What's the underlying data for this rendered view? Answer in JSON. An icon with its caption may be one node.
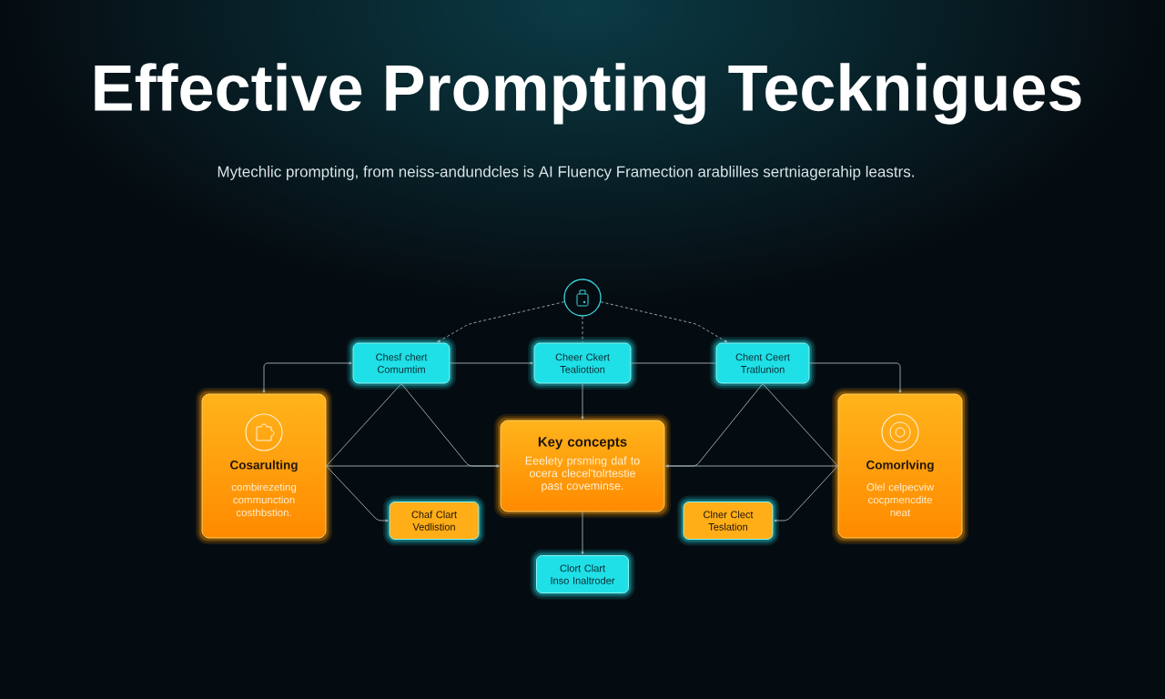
{
  "diagram": {
    "title": "Effective Prompting Tecknigues",
    "nodes": [
      {
        "text": [],
        "shape": "circle"
      },
      {
        "text": [
          "Chesf chert Comumtim"
        ]
      },
      {
        "text": [
          "Cheer Ckert Tealiottion"
        ]
      },
      {
        "text": [
          "Chent Ceert Tratlunion"
        ]
      },
      {
        "text": [
          "Cosarulting",
          "combirezeting communction costhbstion."
        ]
      },
      {
        "text": [
          "Key concepts",
          "Eeelety prsming daf to ocera clecel'tolrtestie past coveminse."
        ]
      },
      {
        "text": [
          "Comorlving",
          "Olel celpecviw cocpmencdite neat"
        ]
      },
      {
        "text": [
          "Chaf Clart Vedlistion"
        ]
      },
      {
        "text": [
          "Clner Clect Teslation"
        ]
      },
      {
        "text": [
          "Clort Clart Inso Inaltroder"
        ]
      }
    ],
    "edges": [
      {
        "from": 0,
        "to": 1,
        "arrow": "to",
        "style": "dashed"
      },
      {
        "from": 0,
        "to": 2,
        "arrow": "none",
        "style": "dashed"
      },
      {
        "from": 0,
        "to": 3,
        "arrow": "to",
        "style": "dashed"
      },
      {
        "from": 4,
        "to": 1,
        "arrow": "both"
      },
      {
        "from": 1,
        "to": 2,
        "arrow": "to"
      },
      {
        "from": 2,
        "to": 3,
        "arrow": "none"
      },
      {
        "from": 3,
        "to": 6,
        "arrow": "to"
      },
      {
        "from": 2,
        "to": 5,
        "arrow": "to"
      },
      {
        "from": 1,
        "to": 4,
        "arrow": "none"
      },
      {
        "from": 1,
        "to": 5,
        "arrow": "to"
      },
      {
        "from": 4,
        "to": 5,
        "arrow": "to"
      },
      {
        "from": 4,
        "to": 7,
        "arrow": "to"
      },
      {
        "from": 3,
        "to": 6,
        "arrow": "none"
      },
      {
        "from": 3,
        "to": 5,
        "arrow": "to"
      },
      {
        "from": 6,
        "to": 5,
        "arrow": "to"
      },
      {
        "from": 6,
        "to": 8,
        "arrow": "to"
      },
      {
        "from": 5,
        "to": 9,
        "arrow": "to"
      }
    ],
    "labels": [
      "Mytechlic prompting, from neiss-andundcles is AI Fluency Framection arablilles sertniagerahip leastrs."
    ]
  }
}
